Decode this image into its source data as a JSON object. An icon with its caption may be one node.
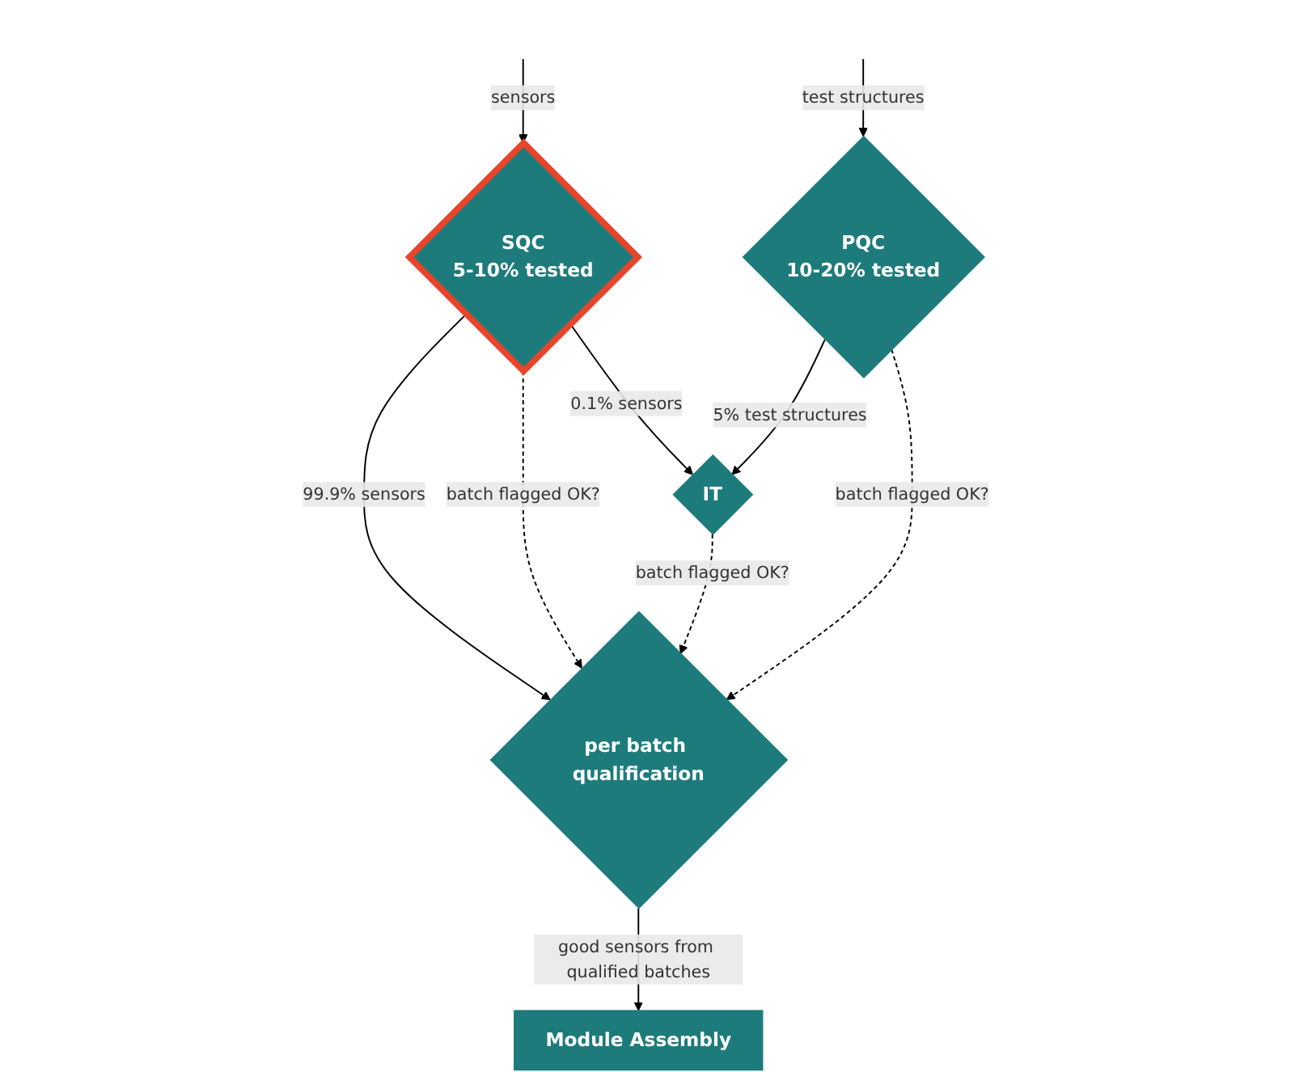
{
  "diagram": {
    "nodes": [
      {
        "text": [
          "SQC",
          "5-10% tested"
        ]
      },
      {
        "text": [
          "IT"
        ]
      },
      {
        "text": [
          "PQC",
          "10-20% tested"
        ]
      },
      {
        "text": [
          "per batch qualification"
        ]
      },
      {
        "text": [
          "Module Assembly"
        ]
      }
    ],
    "edges": [
      {
        "from": null,
        "to": 0,
        "arrow": "to",
        "label": "sensors"
      },
      {
        "from": null,
        "to": 2,
        "arrow": "to",
        "label": "test structures"
      },
      {
        "from": 0,
        "to": 1,
        "arrow": "to",
        "label": "0.1% sensors"
      },
      {
        "from": 2,
        "to": 1,
        "arrow": "to",
        "label": "5% test structures"
      },
      {
        "from": 0,
        "to": 3,
        "arrow": "to",
        "label": "99.9% sensors"
      },
      {
        "from": 0,
        "to": 3,
        "arrow": "to",
        "label": "batch flagged OK?",
        "style": "dashed"
      },
      {
        "from": 1,
        "to": 3,
        "arrow": "to",
        "label": "batch flagged OK?",
        "style": "dashed"
      },
      {
        "from": 2,
        "to": 3,
        "arrow": "to",
        "label": "batch flagged OK?",
        "style": "dashed"
      },
      {
        "from": 3,
        "to": 4,
        "arrow": "to",
        "label": "good sensors from qualified batches"
      }
    ]
  }
}
